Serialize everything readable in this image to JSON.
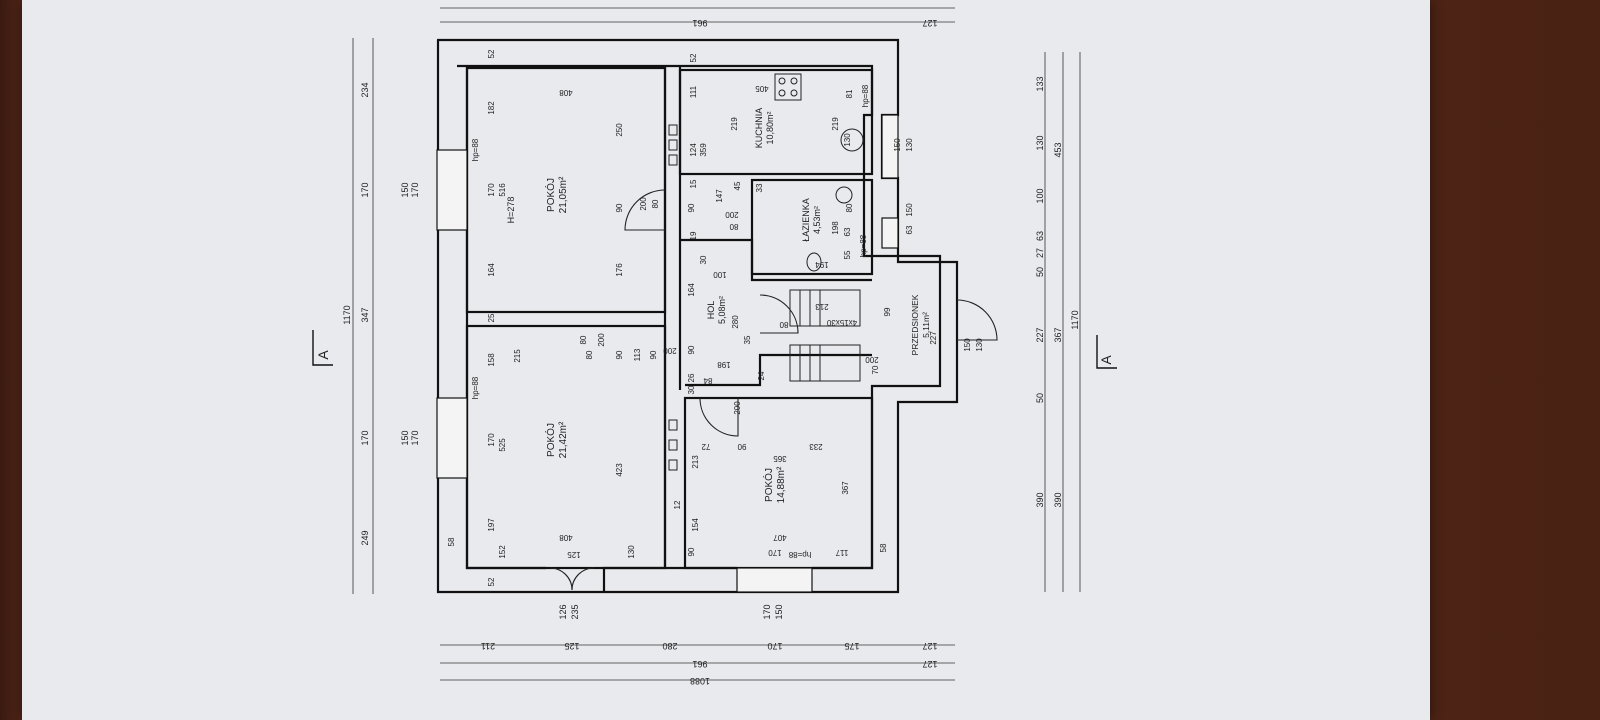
{
  "rooms": {
    "pokoj_top": {
      "name": "POKÓJ",
      "area": "21,05m²",
      "height": "H=278"
    },
    "pokoj_bottom": {
      "name": "POKÓJ",
      "area": "21,42m²"
    },
    "pokoj_right": {
      "name": "POKÓJ",
      "area": "14,88m²"
    },
    "kuchnia": {
      "name": "KUCHNIA",
      "area": "10,80m²"
    },
    "lazienka": {
      "name": "ŁAZIENKA",
      "area": "4,53m²"
    },
    "hol": {
      "name": "HOL",
      "area": "5,08m²"
    },
    "przedsionek": {
      "name": "PRZEDSIONEK",
      "area": "5,11m²"
    }
  },
  "section_marks": {
    "left": "A",
    "right": "A"
  },
  "left_dims_outer": [
    "249",
    "170",
    "347",
    "170",
    "234"
  ],
  "left_dims_total": "1170",
  "left_window_dims": [
    {
      "a": "170",
      "b": "150"
    },
    {
      "a": "170",
      "b": "150"
    }
  ],
  "right_dims_outer": [
    "390",
    "50",
    "227",
    "50",
    "27",
    "63",
    "100",
    "130",
    "133"
  ],
  "right_dims_mid": [
    "390",
    "367",
    "453"
  ],
  "right_dims_total": "1170",
  "bottom_dims": [
    "211",
    "125",
    "280",
    "170",
    "175",
    "127"
  ],
  "bottom_totals": {
    "a": "127",
    "b": "961",
    "c": "1088"
  },
  "top_dims": {
    "a": "961",
    "b": "127"
  },
  "bottom_door": {
    "a": "126",
    "b": "235"
  },
  "bottom_window": {
    "a": "170",
    "b": "150"
  },
  "inner_dims": {
    "pokoj_top": [
      "52",
      "182",
      "516",
      "170",
      "164",
      "25",
      "408",
      "250",
      "90",
      "176",
      "hp=88"
    ],
    "pokoj_bottom": [
      "158",
      "525",
      "170",
      "197",
      "152",
      "52",
      "58",
      "215",
      "408",
      "125",
      "130",
      "423",
      "hp=88"
    ],
    "pokoj_right": [
      "213",
      "154",
      "72",
      "90",
      "233",
      "365",
      "367",
      "407",
      "170",
      "117",
      "58",
      "hp=88"
    ],
    "kuchnia": [
      "52",
      "111",
      "405",
      "219",
      "219",
      "81",
      "124",
      "359",
      "hp=88",
      "130"
    ],
    "lazienka": [
      "33",
      "147",
      "45",
      "200",
      "80",
      "80",
      "198",
      "63",
      "55",
      "194",
      "hp=88"
    ],
    "hol": [
      "164",
      "100",
      "280",
      "213",
      "80",
      "90",
      "198",
      "84",
      "24",
      "35",
      "4x15x30"
    ],
    "przedsionek": [
      "227",
      "99",
      "130",
      "150",
      "70",
      "200"
    ],
    "misc": [
      "200",
      "80",
      "80",
      "90",
      "113",
      "90",
      "200",
      "80",
      "200",
      "15",
      "19",
      "200",
      "90",
      "30",
      "12",
      "26",
      "90",
      "30",
      "63",
      "150",
      "130",
      "150"
    ]
  }
}
